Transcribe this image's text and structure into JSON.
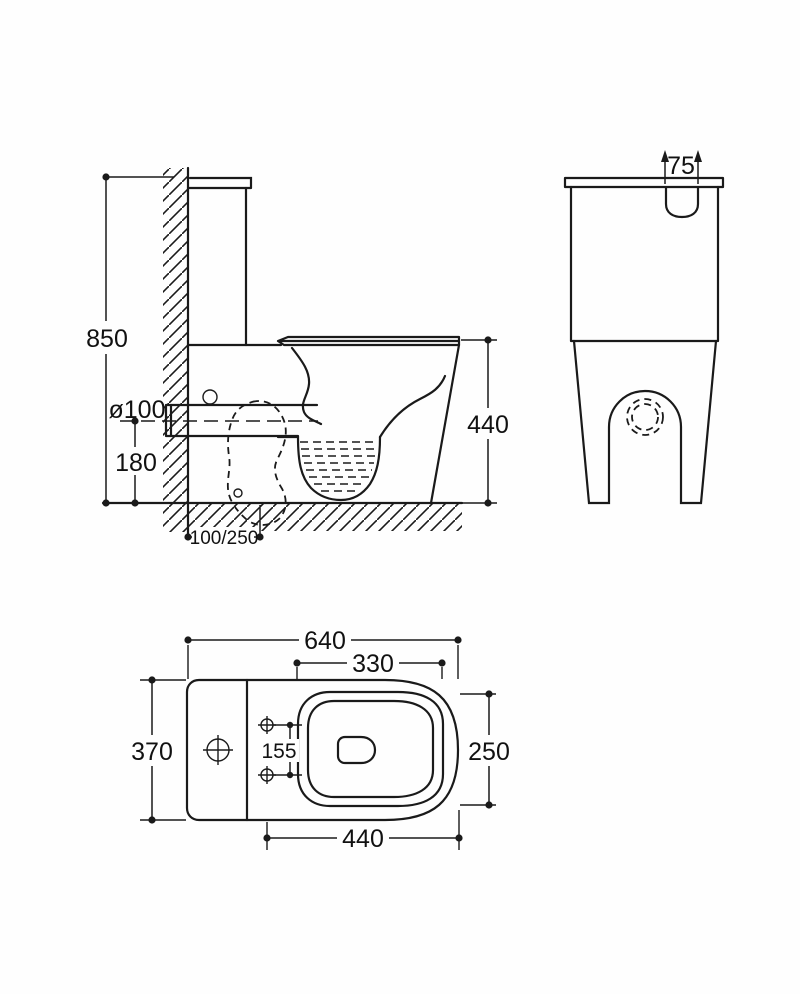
{
  "colors": {
    "line": "#1a1a1a",
    "background": "#fefefe"
  },
  "dimensions": {
    "side_view": {
      "total_height": "850",
      "drain_diameter": "ø100",
      "drain_center_height": "180",
      "rim_height": "440",
      "outlet_setout": "100/250"
    },
    "front_view": {
      "flush_button_width": "75"
    },
    "top_view": {
      "overall_depth": "640",
      "seat_cutout_width": "330",
      "overall_width": "370",
      "fixing_hole_spacing": "155",
      "seat_cutout_depth": "250",
      "pan_depth": "440"
    }
  }
}
